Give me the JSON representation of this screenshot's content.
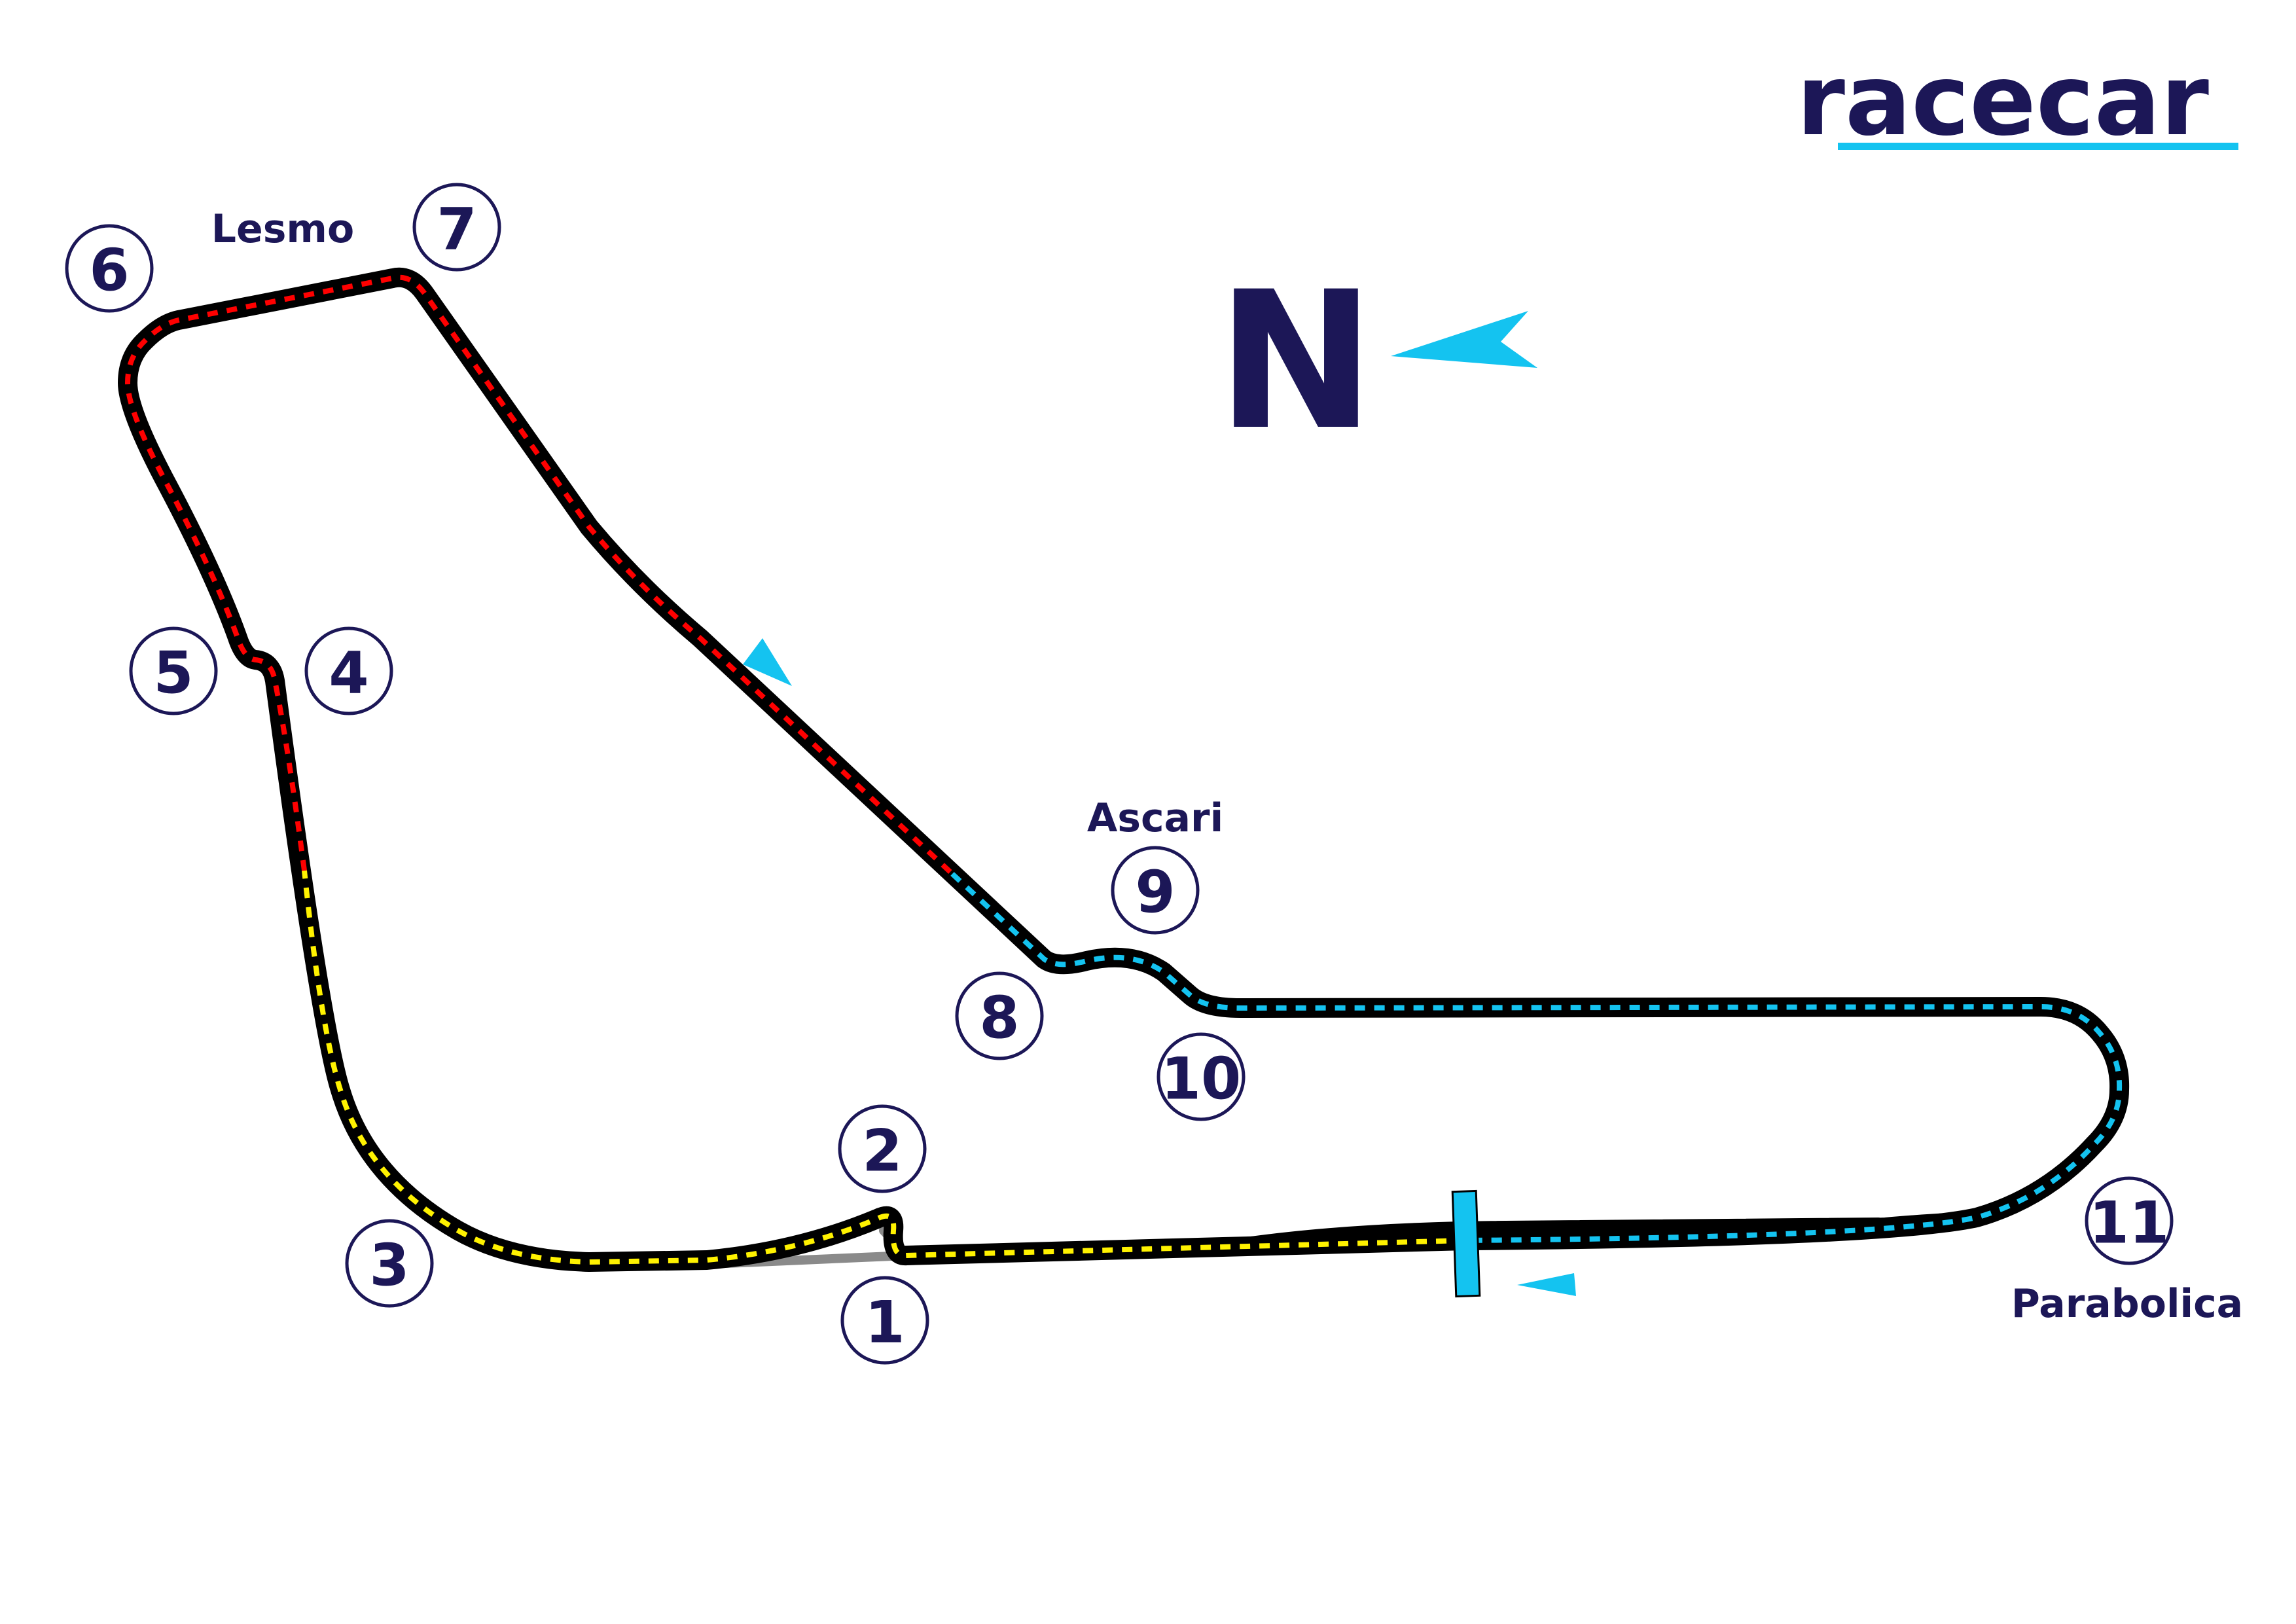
{
  "brand": {
    "name": "racecar",
    "color": "#1c1757",
    "accent": "#14c3f0"
  },
  "compass": {
    "label": "N",
    "arrow_icon": "north-arrow-icon"
  },
  "sectors": [
    {
      "name": "sector-1",
      "color": "#fff200"
    },
    {
      "name": "sector-2",
      "color": "#ff0000"
    },
    {
      "name": "sector-3",
      "color": "#14c3f0"
    }
  ],
  "turns": [
    {
      "number": "1"
    },
    {
      "number": "2"
    },
    {
      "number": "3"
    },
    {
      "number": "4"
    },
    {
      "number": "5"
    },
    {
      "number": "6"
    },
    {
      "number": "7"
    },
    {
      "number": "8"
    },
    {
      "number": "9"
    },
    {
      "number": "10"
    },
    {
      "number": "11"
    }
  ],
  "corner_names": {
    "lesmo": "Lesmo",
    "ascari": "Ascari",
    "parabolica": "Parabolica"
  },
  "markers": {
    "start_finish_icon": "start-finish-line-icon",
    "direction_icon": "direction-arrow-icon"
  },
  "colors": {
    "track": "#000000",
    "text": "#1c1757",
    "accent": "#14c3f0"
  }
}
